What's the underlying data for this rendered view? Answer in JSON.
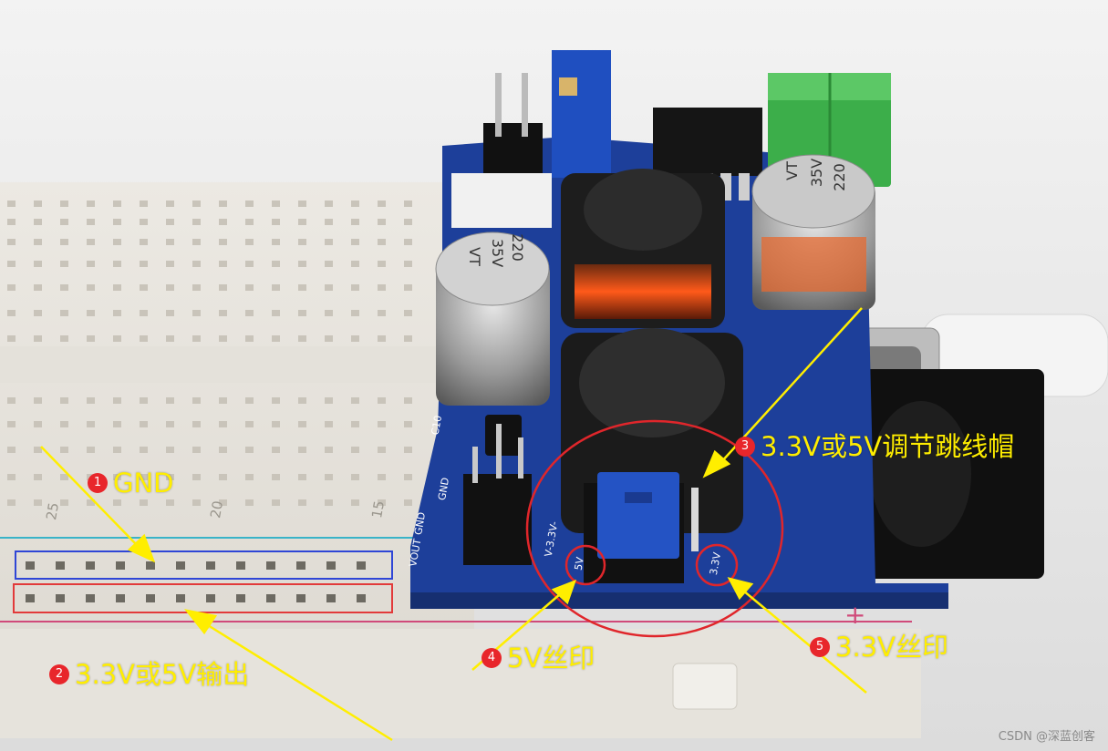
{
  "annotations": [
    {
      "number": "1",
      "text": "GND"
    },
    {
      "number": "2",
      "text": "3.3V或5V输出"
    },
    {
      "number": "3",
      "text": "3.3V或5V调节跳线帽"
    },
    {
      "number": "4",
      "text": "5V丝印"
    },
    {
      "number": "5",
      "text": "3.3V丝印"
    }
  ],
  "board_silkscreen": {
    "vout": "VOUT",
    "gnd": "GND",
    "gnd2": "GND",
    "v5": "5V",
    "v33": "3.3V",
    "rail": "V-3.3V-",
    "cap_label": "220",
    "cap_rating": "35V",
    "cap_mark": "VT",
    "c10": "C10"
  },
  "breadboard": {
    "col_25": "25",
    "col_20": "20",
    "col_15": "15",
    "plus": "+"
  },
  "watermark": "CSDN @深蓝创客",
  "colors": {
    "annotation_text": "#ffee00",
    "arrow": "#ffee00",
    "badge": "#e8262b",
    "gnd_box": "#2f46d6",
    "output_box": "#e23a3a",
    "highlight_ellipse": "#e0262b",
    "pcb": "#1d3f9a"
  }
}
